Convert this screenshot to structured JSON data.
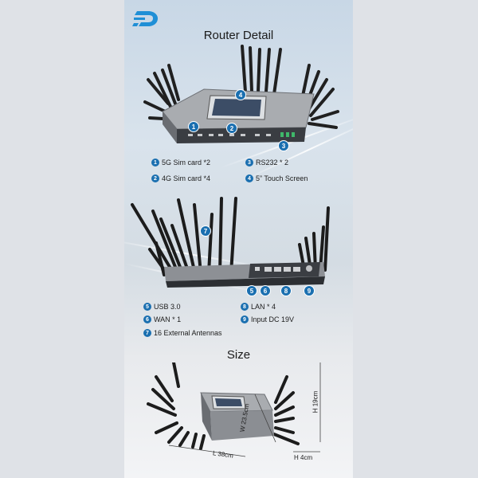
{
  "title": "Router Detail",
  "size_title": "Size",
  "colors": {
    "accent": "#1a6fb0",
    "logo": "#1f8fd6"
  },
  "features_top": [
    {
      "num": "1",
      "label": "5G Sim card *2"
    },
    {
      "num": "3",
      "label": "RS232 * 2"
    },
    {
      "num": "2",
      "label": "4G Sim card *4"
    },
    {
      "num": "4",
      "label": "5”  Touch Screen"
    }
  ],
  "features_bottom": [
    {
      "num": "5",
      "label": "USB 3.0"
    },
    {
      "num": "8",
      "label": "LAN * 4"
    },
    {
      "num": "6",
      "label": "WAN * 1"
    },
    {
      "num": "9",
      "label": "Input DC 19V"
    },
    {
      "num": "7",
      "label": "16 External Antennas"
    }
  ],
  "dimensions": {
    "length": "L 38cm",
    "width": "W 23.5cm",
    "height": "H 19cm",
    "depth": "H 4cm"
  }
}
